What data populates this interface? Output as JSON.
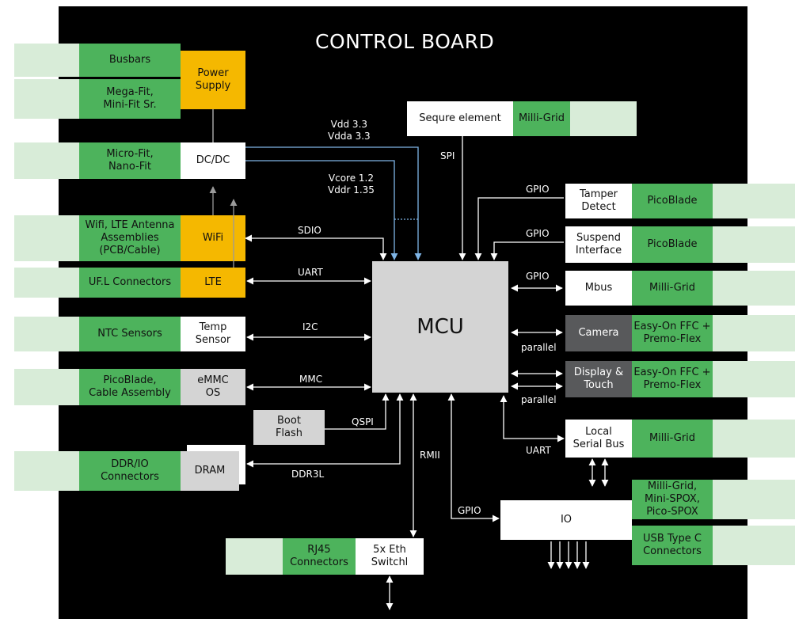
{
  "title": "CONTROL BOARD",
  "mcu": "MCU",
  "colors": {
    "board": "#000000",
    "connector_green": "#4db35c",
    "photo_green": "#d8ecd8",
    "power_yellow": "#f5b800",
    "memory_gray": "#d4d4d4",
    "dark_gray": "#58595b",
    "vdd_blue": "#7fb5e6"
  },
  "connectors": {
    "busbars": "Busbars",
    "megafit": "Mega-Fit,\nMini-Fit Sr.",
    "microfit": "Micro-Fit,\nNano-Fit",
    "wifi_ant": "Wifi, LTE Antenna\nAssemblies\n(PCB/Cable)",
    "ufl": "UF.L Connectors",
    "ntc": "NTC Sensors",
    "picoblade_cable": "PicoBlade,\nCable Assembly",
    "ddr_io": "DDR/IO\nConnectors",
    "rj45": "RJ45\nConnectors",
    "milligrid_secure": "Milli-Grid",
    "picoblade_tamper": "PicoBlade",
    "picoblade_suspend": "PicoBlade",
    "milligrid_mbus": "Milli-Grid",
    "easyon_camera": "Easy-On FFC +\nPremo-Flex",
    "easyon_display": "Easy-On FFC +\nPremo-Flex",
    "milligrid_serial": "Milli-Grid",
    "milligrid_io": "Milli-Grid,\nMini-SPOX,\nPico-SPOX",
    "usbc": "USB Type C\nConnectors"
  },
  "blocks": {
    "power_supply": "Power\nSupply",
    "dcdc": "DC/DC",
    "wifi": "WiFi",
    "lte": "LTE",
    "temp_sensor": "Temp\nSensor",
    "emmc": "eMMC\nOS",
    "boot_flash": "Boot\nFlash",
    "dram": "DRAM",
    "eth_switch": "5x Eth\nSwitchl",
    "secure_element": "Sequre element",
    "tamper": "Tamper\nDetect",
    "suspend": "Suspend\nInterface",
    "mbus": "Mbus",
    "camera": "Camera",
    "display": "Display &\nTouch",
    "local_serial": "Local\nSerial Bus",
    "io": "IO"
  },
  "signals": {
    "vdd": "Vdd 3.3\nVdda 3.3",
    "vcore": "Vcore 1.2\nVddr 1.35",
    "spi": "SPI",
    "sdio": "SDIO",
    "uart_left": "UART",
    "i2c": "I2C",
    "mmc": "MMC",
    "qspi": "QSPI",
    "ddr3l": "DDR3L",
    "rmii": "RMII",
    "gpio_io": "GPIO",
    "gpio_tamper": "GPIO",
    "gpio_suspend": "GPIO",
    "gpio_mbus": "GPIO",
    "parallel_camera": "parallel",
    "parallel_display": "parallel",
    "uart_right": "UART"
  }
}
